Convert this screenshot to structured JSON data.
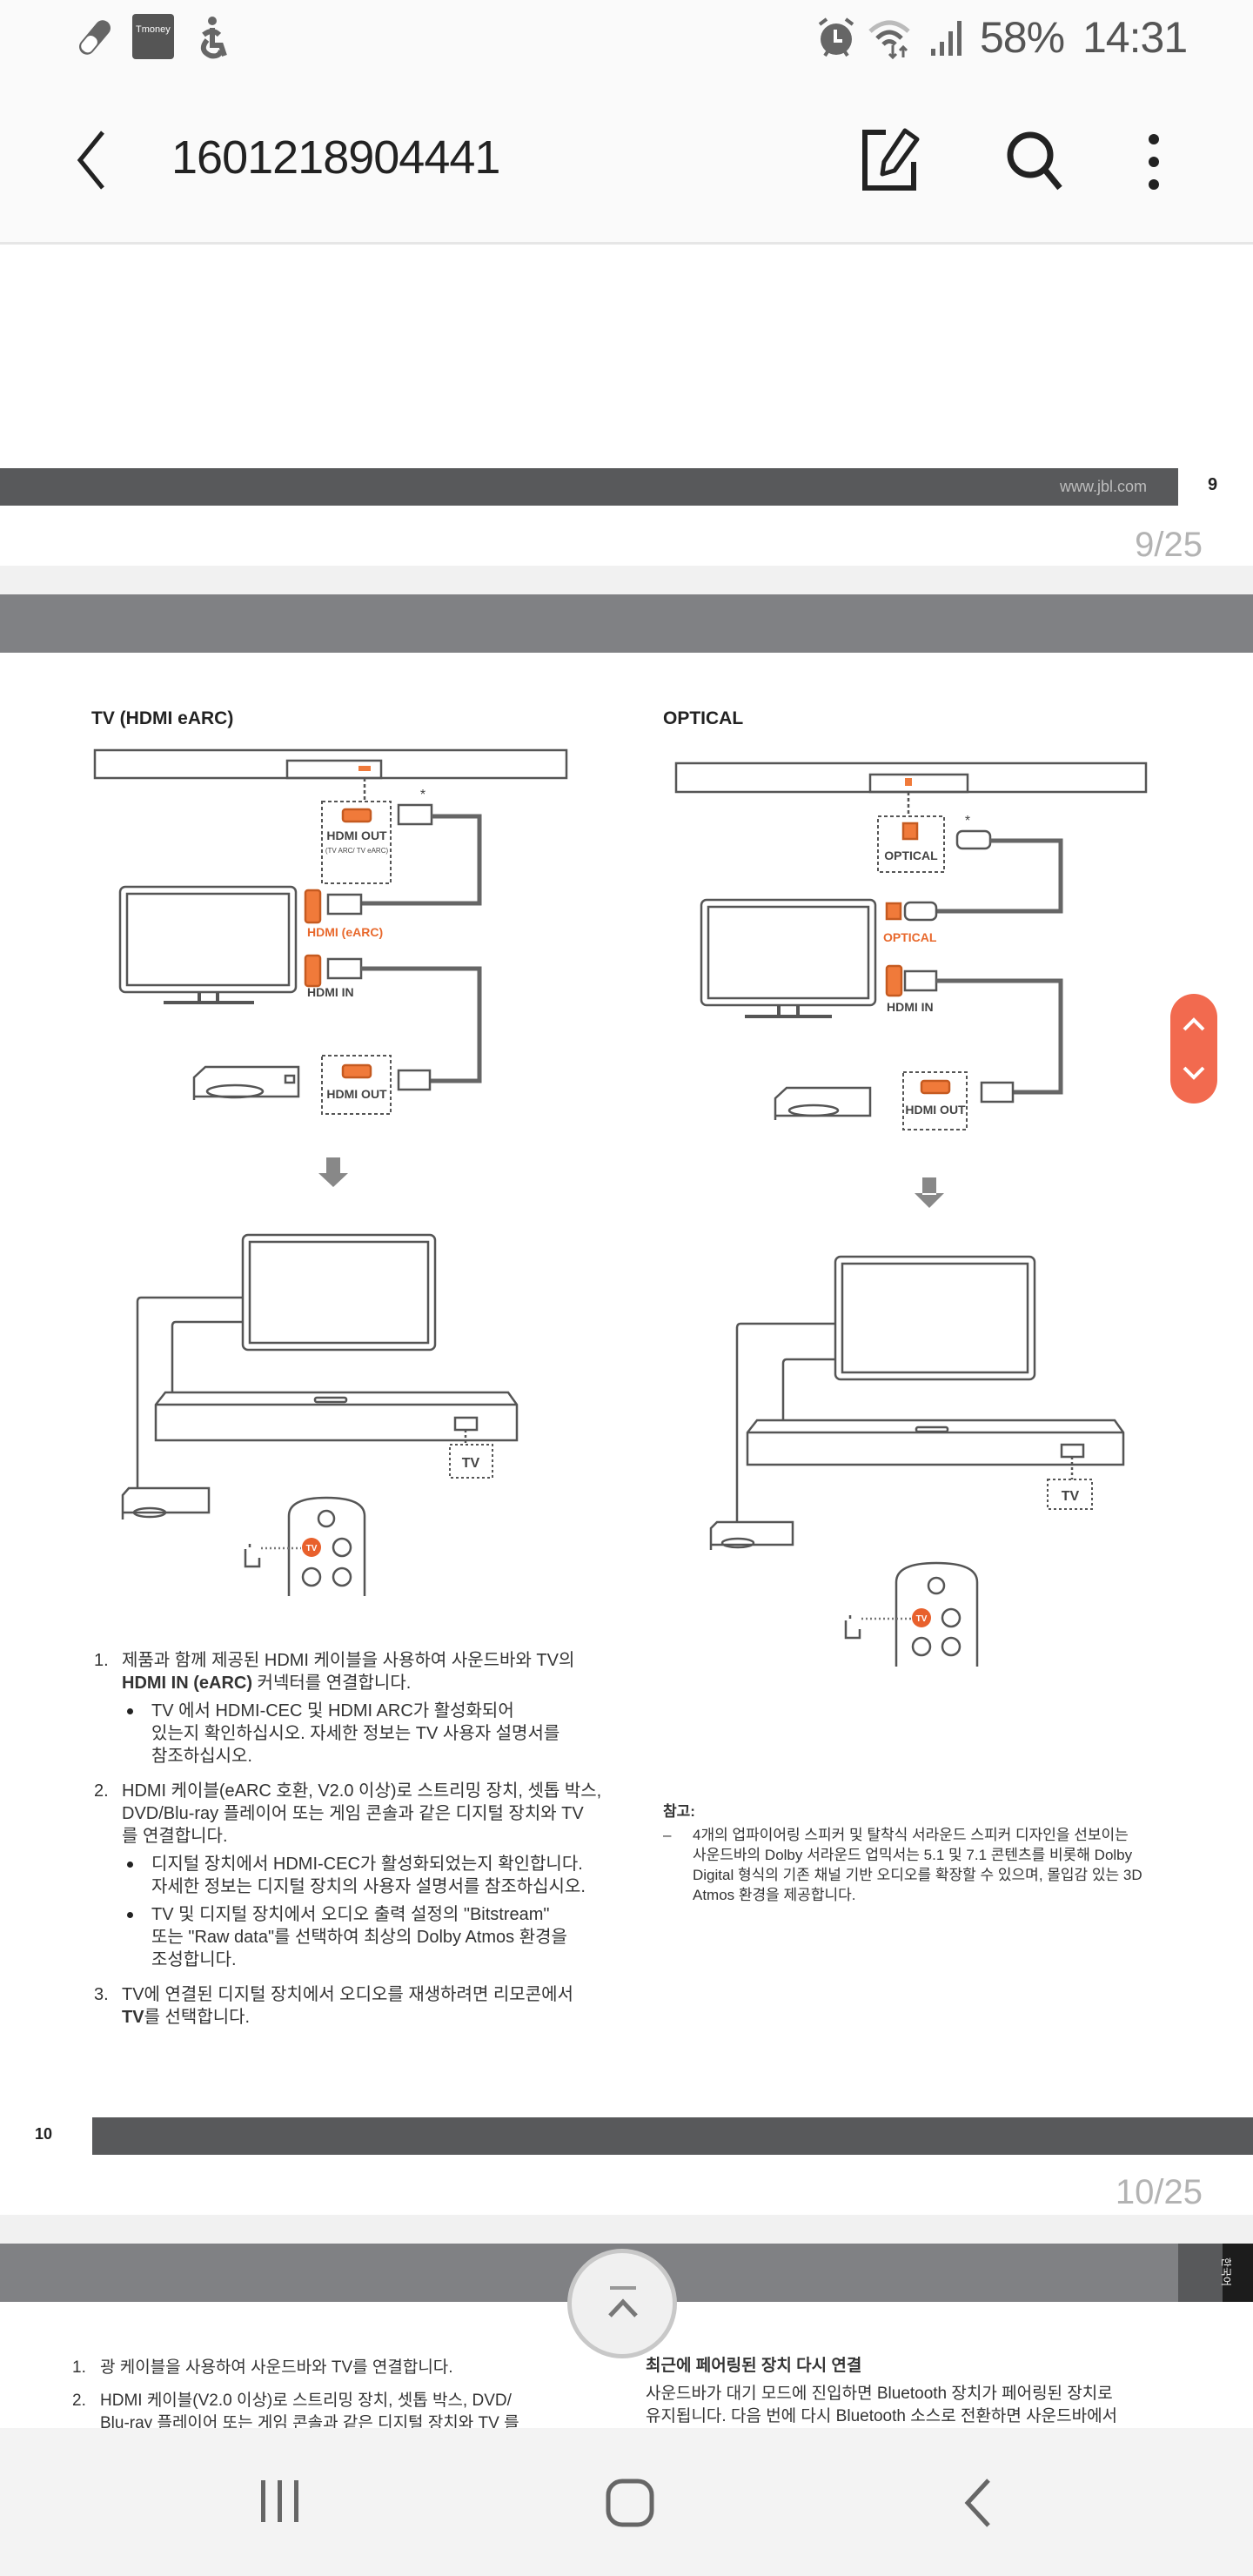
{
  "status_bar": {
    "battery": "58%",
    "time": "14:31",
    "tmoney_label": "Tmoney"
  },
  "app_bar": {
    "title": "1601218904441"
  },
  "page9": {
    "url": "www.jbl.com",
    "page_number": "9",
    "pager": "9/25"
  },
  "page10": {
    "page_number": "10",
    "pager": "10/25",
    "left": {
      "heading": "TV (HDMI eARC)",
      "hdmi_out_label": "HDMI OUT",
      "hdmi_out_sub": "(TV ARC/ TV eARC)",
      "asterisk": "*",
      "tv_hdmi_earc_label": "HDMI (eARC)",
      "tv_hdmi_in_label": "HDMI IN",
      "device_hdmi_out_label": "HDMI OUT",
      "tv_source_label": "TV",
      "remote_tv_button": "TV"
    },
    "right": {
      "heading": "OPTICAL",
      "optical_out_label": "OPTICAL",
      "asterisk": "*",
      "tv_optical_label": "OPTICAL",
      "tv_hdmi_in_label": "HDMI IN",
      "device_hdmi_out_label": "HDMI OUT",
      "tv_source_label": "TV",
      "remote_tv_button": "TV"
    },
    "steps": [
      {
        "num": "1.",
        "lines": [
          "제품과 함께 제공된 HDMI 케이블을 사용하여 사운드바와 TV의",
          "HDMI IN (eARC) 커넥터를 연결합니다."
        ],
        "bullets": [
          [
            "TV 에서 HDMI-CEC 및 HDMI ARC가 활성화되어",
            "있는지 확인하십시오. 자세한 정보는 TV 사용자 설명서를",
            "참조하십시오."
          ]
        ]
      },
      {
        "num": "2.",
        "lines": [
          "HDMI 케이블(eARC 호환, V2.0 이상)로 스트리밍 장치, 셋톱 박스,",
          "DVD/Blu-ray 플레이어 또는 게임 콘솔과 같은 디지털 장치와 TV",
          "를 연결합니다."
        ],
        "bullets": [
          [
            "디지털 장치에서 HDMI-CEC가 활성화되었는지 확인합니다.",
            "자세한 정보는 디지털 장치의 사용자 설명서를 참조하십시오."
          ],
          [
            "TV 및 디지털 장치에서 오디오 출력 설정의 \"Bitstream\"",
            "또는 \"Raw data\"를 선택하여 최상의 Dolby Atmos 환경을",
            "조성합니다."
          ]
        ]
      },
      {
        "num": "3.",
        "lines": [
          "TV에 연결된 디지털 장치에서 오디오를 재생하려면 리모콘에서",
          "TV를 선택합니다."
        ],
        "bullets": []
      }
    ],
    "note": {
      "title": "참고:",
      "dash": "–",
      "lines": [
        "4개의 업파이어링 스피커 및 탈착식 서라운드 스피커 디자인을 선보이는",
        "사운드바의 Dolby 서라운드 업믹서는 5.1 및 7.1 콘텐츠를 비롯해 Dolby",
        "Digital 형식의 기존 채널 기반 오디오를 확장할 수 있으며, 몰입감 있는 3D",
        "Atmos 환경을 제공합니다."
      ]
    }
  },
  "page11": {
    "language_tab": "한국어",
    "steps": [
      {
        "num": "1.",
        "text": "광 케이블을 사용하여 사운드바와 TV를 연결합니다."
      },
      {
        "num": "2.",
        "text": "HDMI 케이블(V2.0 이상)로 스트리밍 장치, 셋톱 박스, DVD/",
        "text2": "Blu-ray 플레이어 또는 게임 콘솔과 같은 디지털 장치와 TV 를"
      }
    ],
    "reconnect_heading": "최근에 페어링된 장치 다시 연결",
    "reconnect_lines": [
      "사운드바가 대기 모드에 진입하면 Bluetooth 장치가 페어링된 장치로",
      "유지됩니다. 다음 번에 다시 Bluetooth 소스로 전환하면 사운드바에서"
    ]
  },
  "colors": {
    "accent_orange": "#e8692d",
    "scroll_button": "#f26a4f",
    "page_bar": "#58595b",
    "band_gray": "#808184"
  }
}
